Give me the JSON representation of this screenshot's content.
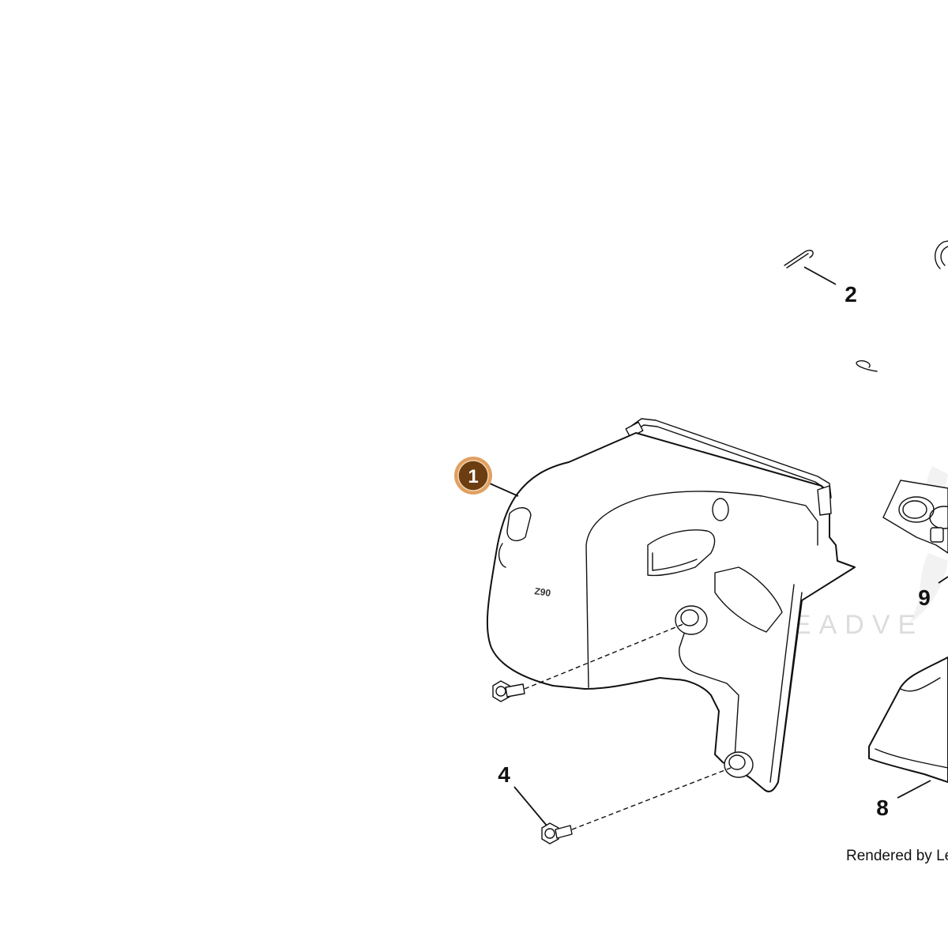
{
  "callouts": {
    "active": "1",
    "labels": [
      "2",
      "9",
      "4",
      "8"
    ]
  },
  "part_marking": "Z90",
  "watermark": "LEADVE",
  "credit": "Rendered by Lea",
  "colors": {
    "active_callout_fill": "#6b3d10",
    "active_callout_ring": "#e0a060",
    "line": "#111111",
    "watermark": "#dcdcdc"
  }
}
